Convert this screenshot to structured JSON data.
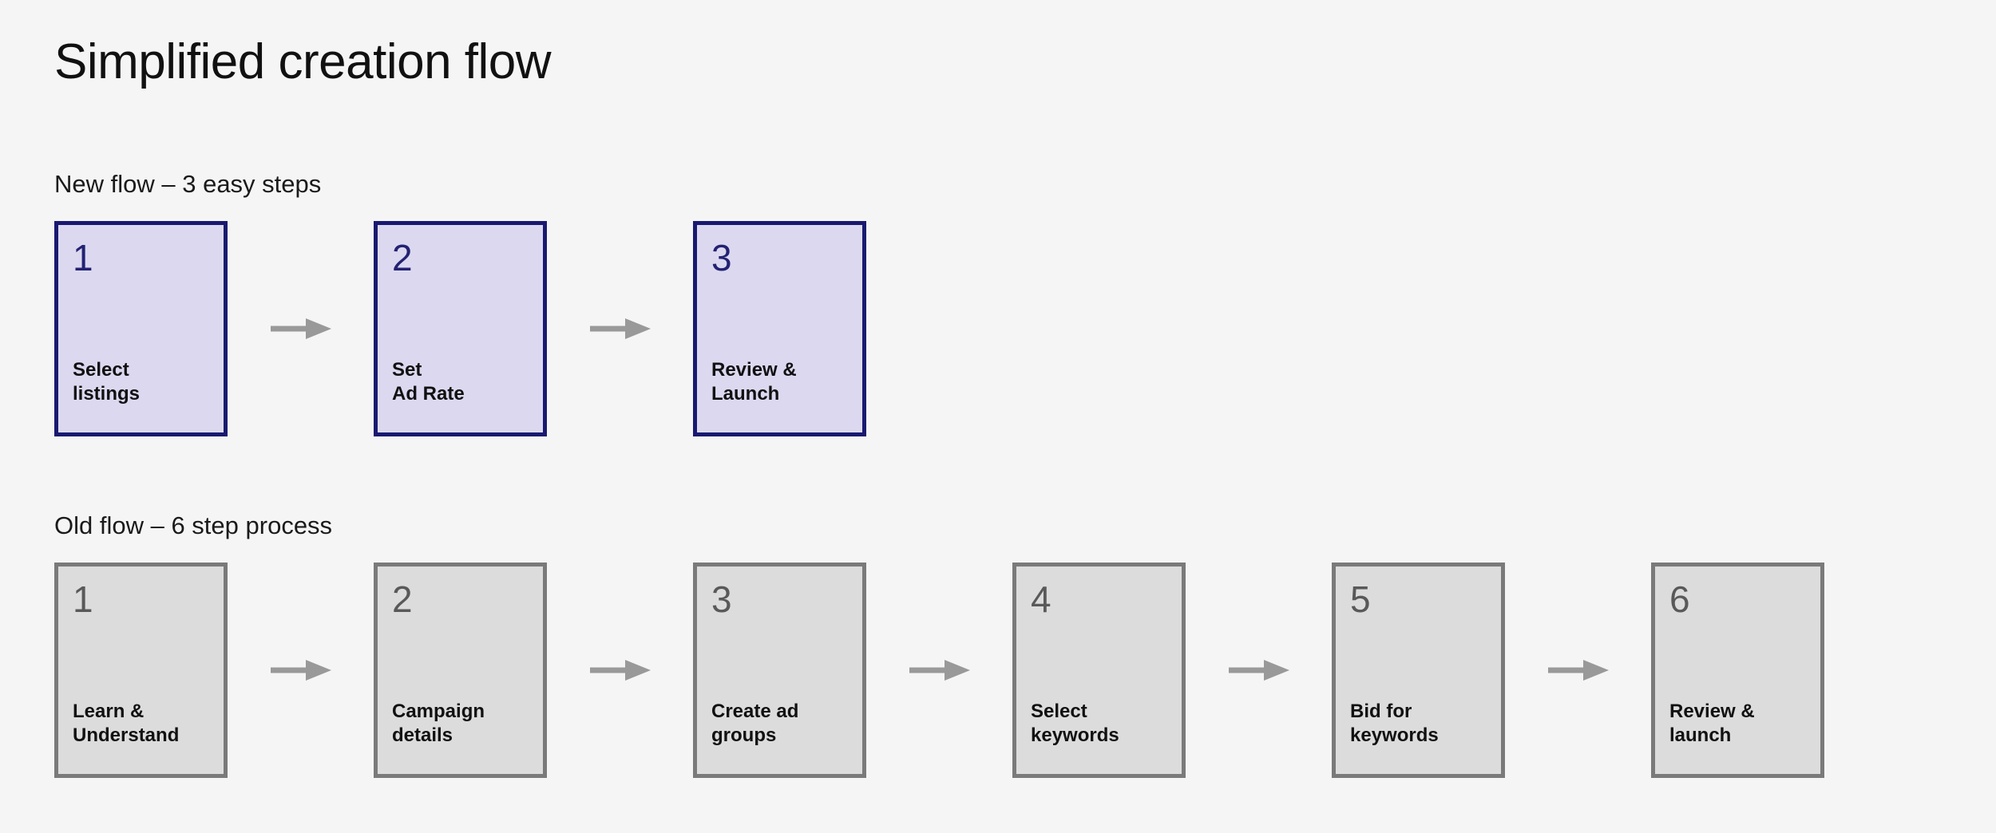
{
  "page": {
    "title": "Simplified creation flow",
    "background_color": "#f5f5f5"
  },
  "colors": {
    "new_border": "#191970",
    "new_fill": "#dcd8f0",
    "new_number": "#232272",
    "old_border": "#7a7a7a",
    "old_fill": "#dcdcdc",
    "old_number": "#595959",
    "arrow": "#999999",
    "text": "#111111"
  },
  "sections": [
    {
      "id": "new-flow",
      "heading": "New flow – 3 easy steps",
      "steps": [
        {
          "number": "1",
          "label": "Select\nlistings"
        },
        {
          "number": "2",
          "label": "Set\nAd Rate"
        },
        {
          "number": "3",
          "label": "Review &\nLaunch"
        }
      ]
    },
    {
      "id": "old-flow",
      "heading": "Old flow – 6 step process",
      "steps": [
        {
          "number": "1",
          "label": "Learn &\nUnderstand"
        },
        {
          "number": "2",
          "label": "Campaign\ndetails"
        },
        {
          "number": "3",
          "label": "Create ad\ngroups"
        },
        {
          "number": "4",
          "label": "Select\nkeywords"
        },
        {
          "number": "5",
          "label": "Bid for\nkeywords"
        },
        {
          "number": "6",
          "label": "Review &\nlaunch"
        }
      ]
    }
  ],
  "icons": {
    "arrow": "arrow-right-icon"
  }
}
